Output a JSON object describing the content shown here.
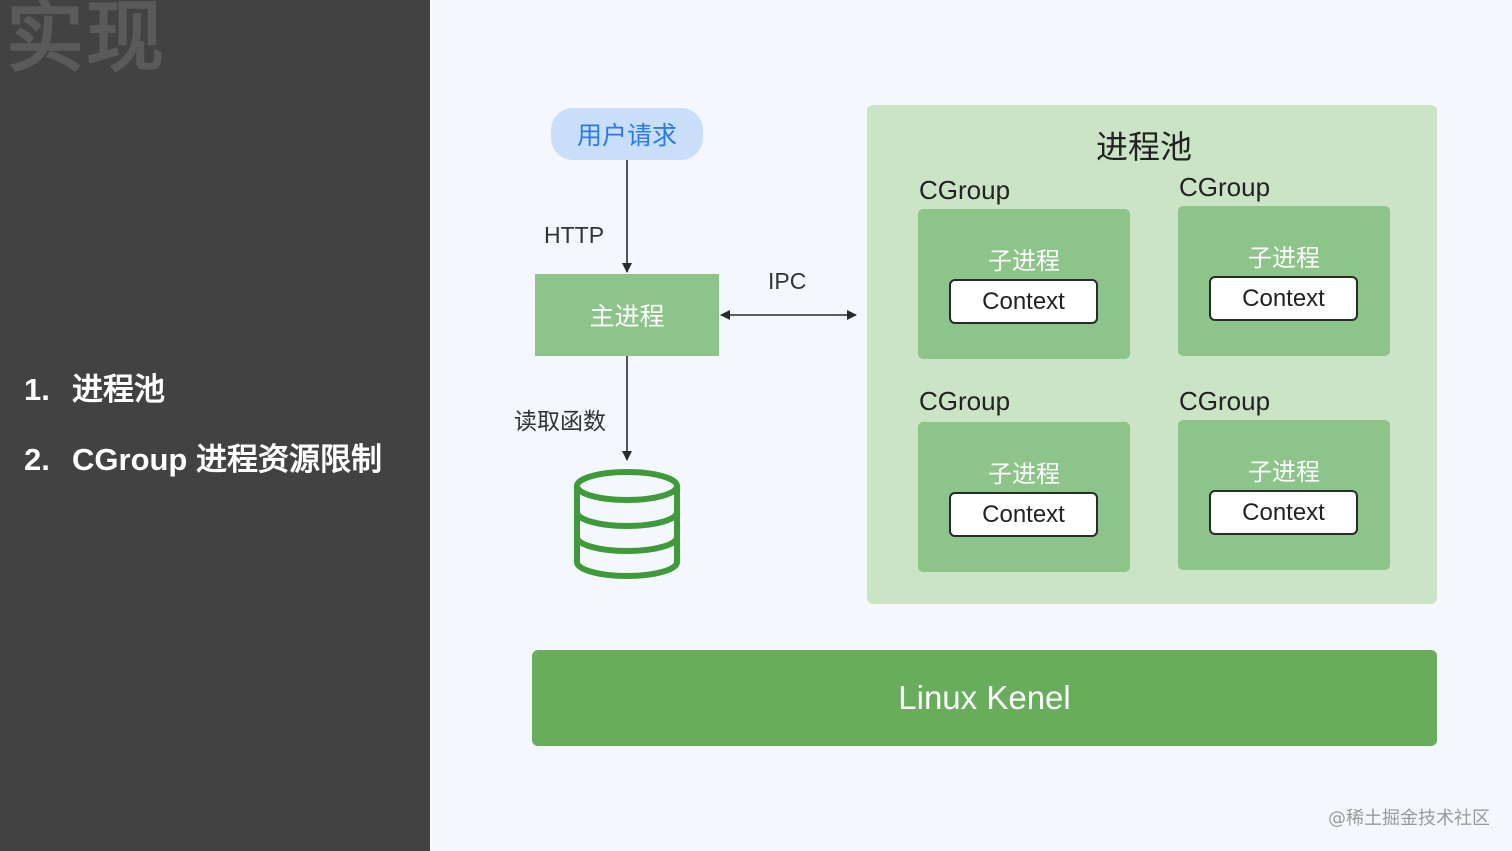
{
  "left_panel": {
    "title": "实现",
    "items": [
      {
        "number": "1.",
        "text": "进程池"
      },
      {
        "number": "2.",
        "text": "CGroup 进程资源限制"
      }
    ]
  },
  "diagram": {
    "user_request": "用户请求",
    "http_label": "HTTP",
    "main_process": "主进程",
    "ipc_label": "IPC",
    "read_func_label": "读取函数",
    "database_icon": "database-icon",
    "pool": {
      "title": "进程池",
      "cgroups": [
        {
          "label": "CGroup",
          "child": "子进程",
          "context": "Context"
        },
        {
          "label": "CGroup",
          "child": "子进程",
          "context": "Context"
        },
        {
          "label": "CGroup",
          "child": "子进程",
          "context": "Context"
        },
        {
          "label": "CGroup",
          "child": "子进程",
          "context": "Context"
        }
      ]
    },
    "kernel": "Linux Kenel"
  },
  "watermark": "@稀土掘金技术社区",
  "colors": {
    "panel_bg": "#424242",
    "canvas_bg": "#f4f7fd",
    "pool_bg": "#cce4c6",
    "box_green": "#8dc48a",
    "kernel_green": "#67ad5b",
    "request_bg": "#c9def8",
    "request_text": "#2a7be4",
    "db_green": "#3f9a3a"
  }
}
